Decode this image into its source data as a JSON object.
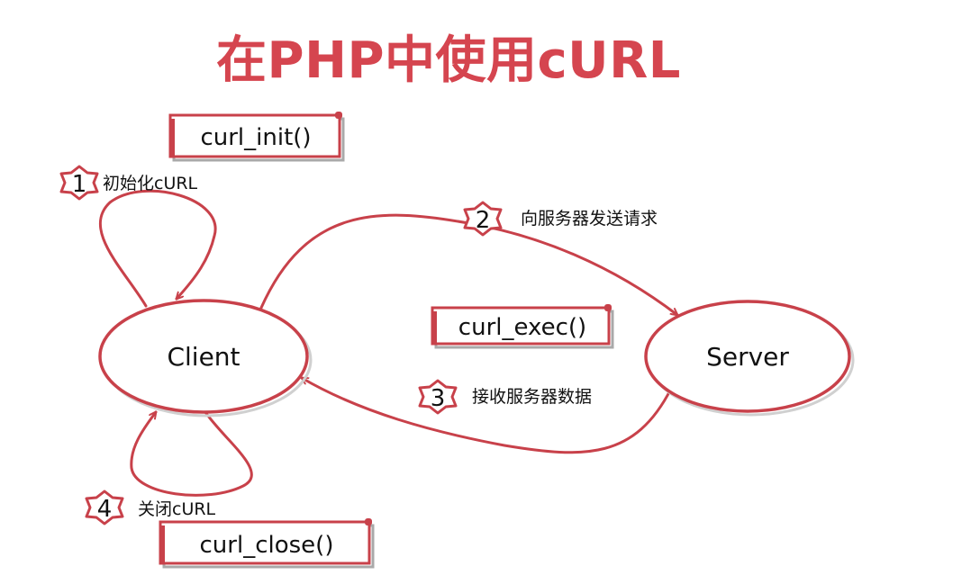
{
  "title": "在PHP中使用cURL",
  "nodes": {
    "client": "Client",
    "server": "Server"
  },
  "functions": {
    "init": "curl_init()",
    "exec": "curl_exec()",
    "close": "curl_close()"
  },
  "steps": [
    {
      "number": "1",
      "label": "初始化cURL"
    },
    {
      "number": "2",
      "label": "向服务器发送请求"
    },
    {
      "number": "3",
      "label": "接收服务器数据"
    },
    {
      "number": "4",
      "label": "关闭cURL"
    }
  ],
  "colors": {
    "accent": "#c8414a",
    "title": "#d5454f"
  }
}
